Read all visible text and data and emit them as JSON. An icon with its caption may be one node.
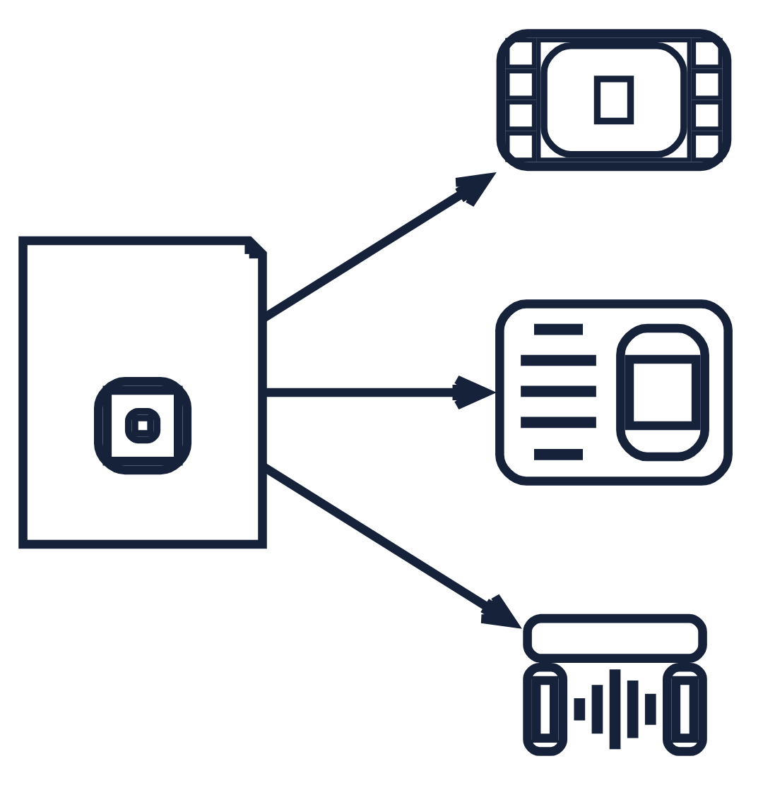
{
  "diagram": {
    "nodes": [
      {
        "text": [],
        "shape": "picture"
      },
      {
        "text": [],
        "shape": "picture"
      },
      {
        "text": [],
        "shape": "picture"
      },
      {
        "text": [],
        "shape": "picture"
      }
    ],
    "edges": [
      {
        "from": 0,
        "to": 1,
        "arrow": "to"
      },
      {
        "from": 0,
        "to": 2,
        "arrow": "to"
      },
      {
        "from": 0,
        "to": 3,
        "arrow": "to"
      }
    ]
  }
}
